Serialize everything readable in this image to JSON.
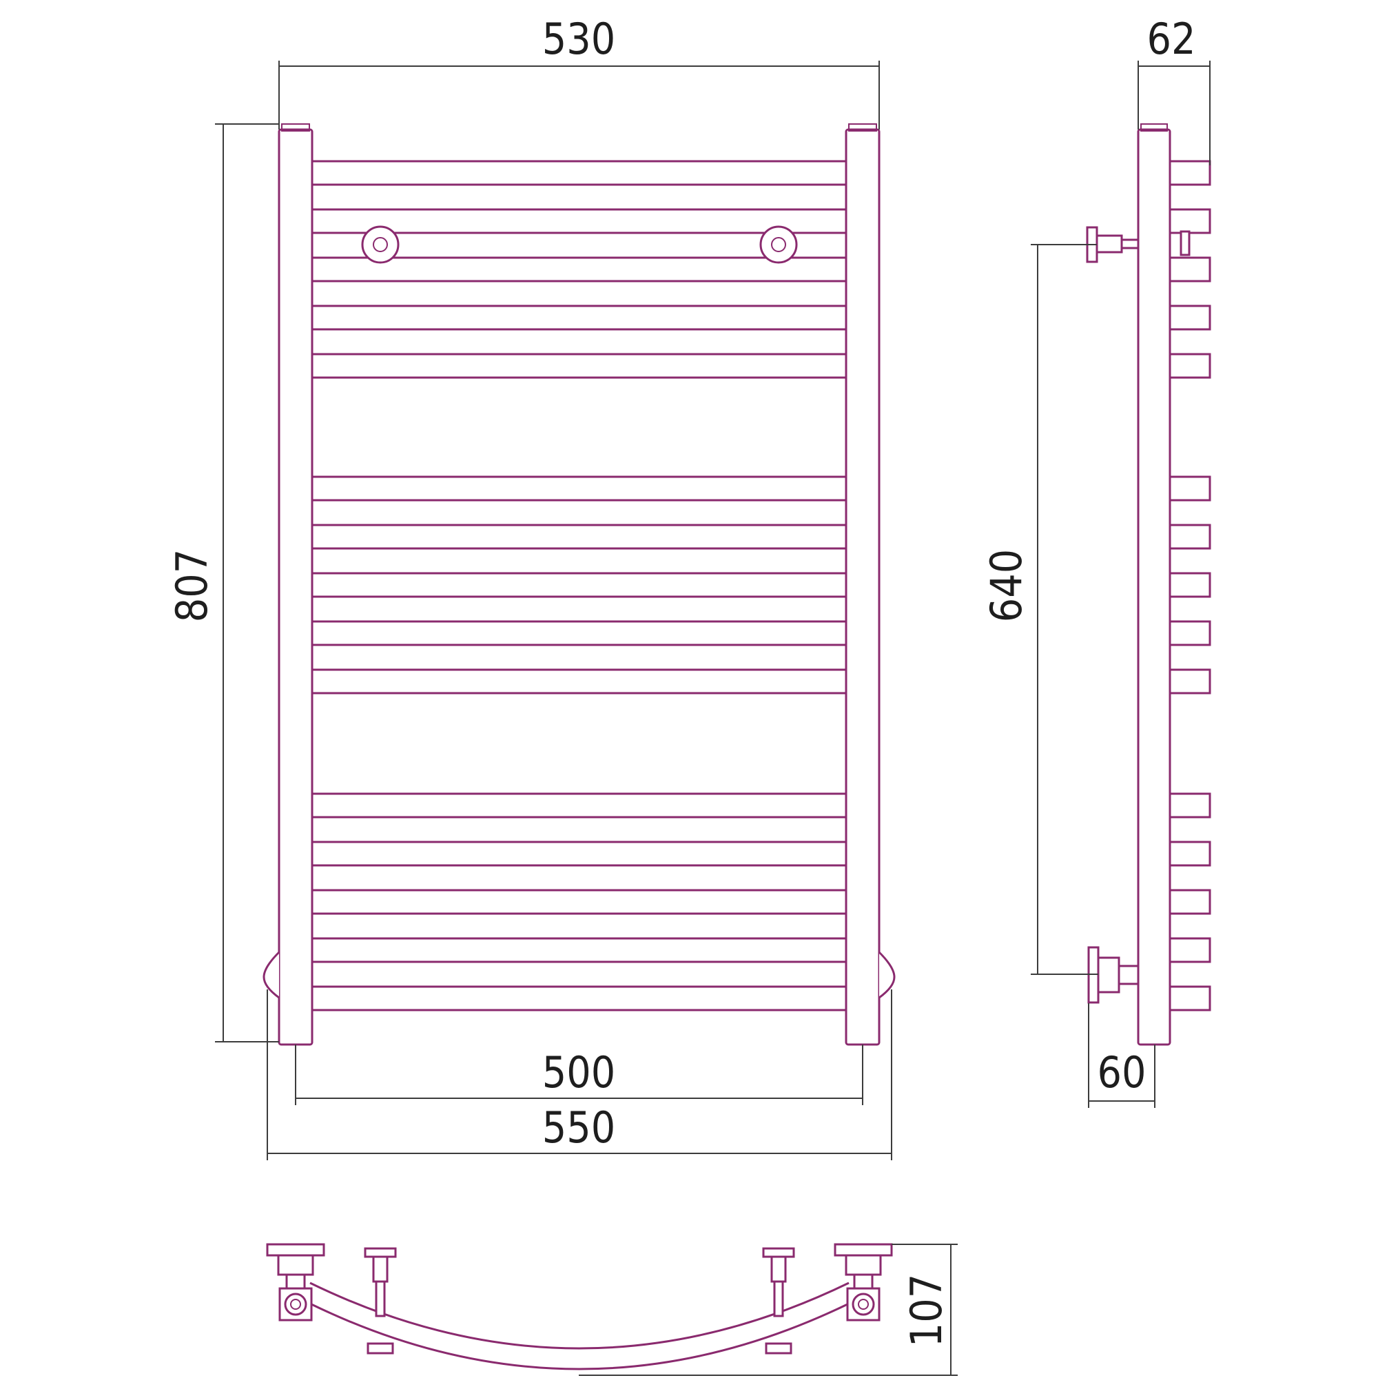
{
  "colors": {
    "outline": "#8a2a6e",
    "dimension": "#3c3c3c",
    "background": "#ffffff"
  },
  "dimensions": {
    "top_width": "530",
    "total_height": "807",
    "bottom_inner_width": "500",
    "bottom_outer_width": "550",
    "side_depth": "62",
    "mount_spacing": "640",
    "side_offset": "60",
    "plan_depth": "107"
  }
}
